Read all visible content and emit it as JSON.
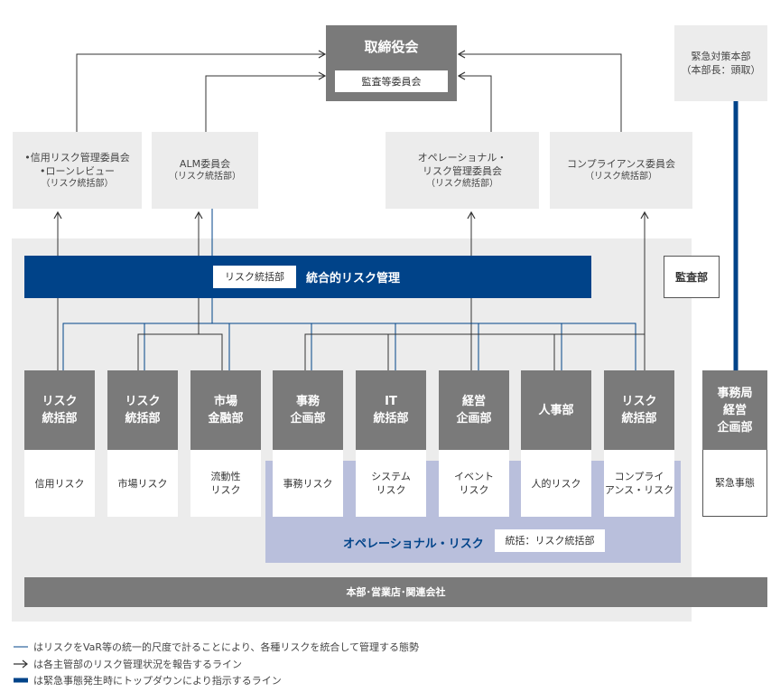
{
  "board": {
    "title": "取締役会",
    "sub": "監査等委員会"
  },
  "emergency_hq": {
    "line1": "緊急対策本部",
    "line2": "（本部長：頭取）"
  },
  "committees": [
    {
      "line1": "•信用リスク管理委員会",
      "line2": "•ローンレビュー",
      "line3": "（リスク統括部）"
    },
    {
      "line1": "ALM委員会",
      "line2": "（リスク統括部）"
    },
    {
      "line1": "オペレーショナル・",
      "line2": "リスク管理委員会",
      "line3": "（リスク統括部）"
    },
    {
      "line1": "コンプライアンス委員会",
      "line2": "（リスク統括部）"
    }
  ],
  "integrated": {
    "dept_label": "リスク統括部",
    "title": "統合的リスク管理"
  },
  "audit": "監査部",
  "departments": [
    {
      "l1": "リスク",
      "l2": "統括部",
      "risk1": "信用リスク",
      "risk2": ""
    },
    {
      "l1": "リスク",
      "l2": "統括部",
      "risk1": "市場リスク",
      "risk2": ""
    },
    {
      "l1": "市場",
      "l2": "金融部",
      "risk1": "流動性",
      "risk2": "リスク"
    },
    {
      "l1": "事務",
      "l2": "企画部",
      "risk1": "事務リスク",
      "risk2": ""
    },
    {
      "l1": "IT",
      "l2": "統括部",
      "risk1": "システム",
      "risk2": "リスク"
    },
    {
      "l1": "経営",
      "l2": "企画部",
      "risk1": "イベント",
      "risk2": "リスク"
    },
    {
      "l1": "人事部",
      "l2": "",
      "risk1": "人的リスク",
      "risk2": ""
    },
    {
      "l1": "リスク",
      "l2": "統括部",
      "risk1": "コンプライ",
      "risk2": "アンス・リスク"
    }
  ],
  "emergency_dept": {
    "l1": "事務局",
    "l2": "経営",
    "l3": "企画部",
    "risk": "緊急事態"
  },
  "operational": {
    "title": "オペレーショナル・リスク",
    "tag": "統括：リスク統括部"
  },
  "bottom_bar": "本部･営業店･関連会社",
  "legend": [
    "はリスクをVaR等の統一的尺度で計ることにより、各種リスクを統合して管理する態勢",
    "は各主管部のリスク管理状況を報告するライン",
    "は緊急事態発生時にトップダウンにより指示するライン"
  ],
  "colors": {
    "navy": "#004389",
    "dark_grey": "#7a7a7a",
    "light_grey": "#ececec",
    "lavender": "#b9bfdc"
  }
}
